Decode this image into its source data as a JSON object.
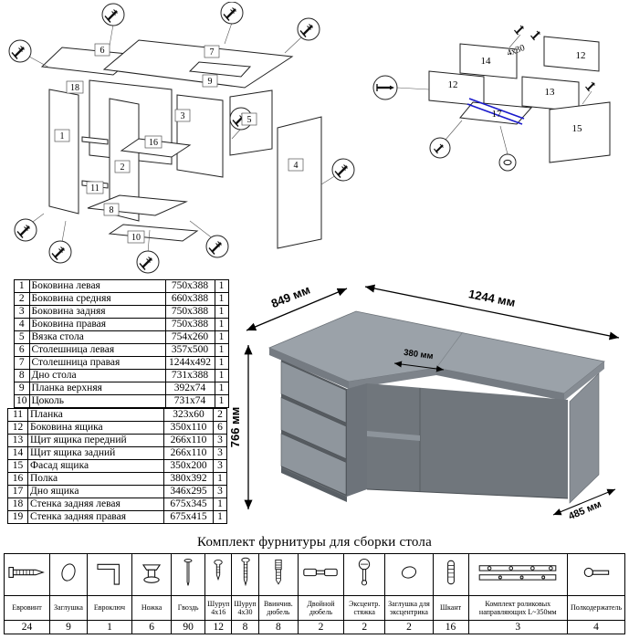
{
  "diagram_left": {
    "part_labels": [
      "6",
      "7",
      "18",
      "1",
      "9",
      "16",
      "2",
      "3",
      "5",
      "8",
      "11",
      "10",
      "4"
    ]
  },
  "diagram_right": {
    "part_labels": [
      "14",
      "12",
      "12",
      "13",
      "17",
      "15"
    ],
    "screw_note": "4x30"
  },
  "parts_table": {
    "rows": [
      {
        "num": "1",
        "name": "Боковина левая",
        "size": "750x388",
        "qty": "1"
      },
      {
        "num": "2",
        "name": "Боковина средняя",
        "size": "660x388",
        "qty": "1"
      },
      {
        "num": "3",
        "name": "Боковина задняя",
        "size": "750x388",
        "qty": "1"
      },
      {
        "num": "4",
        "name": "Боковина правая",
        "size": "750x388",
        "qty": "1"
      },
      {
        "num": "5",
        "name": "Вязка стола",
        "size": "754x260",
        "qty": "1"
      },
      {
        "num": "6",
        "name": "Столешница левая",
        "size": "357x500",
        "qty": "1"
      },
      {
        "num": "7",
        "name": "Столешница правая",
        "size": "1244x492",
        "qty": "1"
      },
      {
        "num": "8",
        "name": "Дно стола",
        "size": "731x388",
        "qty": "1"
      },
      {
        "num": "9",
        "name": "Планка верхняя",
        "size": "392x74",
        "qty": "1"
      },
      {
        "num": "10",
        "name": "Цоколь",
        "size": "731x74",
        "qty": "1"
      },
      {
        "num": "11",
        "name": "Планка",
        "size": "323x60",
        "qty": "2"
      },
      {
        "num": "12",
        "name": "Боковина ящика",
        "size": "350x110",
        "qty": "6"
      },
      {
        "num": "13",
        "name": "Щит ящика передний",
        "size": "266x110",
        "qty": "3"
      },
      {
        "num": "14",
        "name": "Щит ящика задний",
        "size": "266x110",
        "qty": "3"
      },
      {
        "num": "15",
        "name": "Фасад ящика",
        "size": "350x200",
        "qty": "3"
      },
      {
        "num": "16",
        "name": "Полка",
        "size": "380x392",
        "qty": "1"
      },
      {
        "num": "17",
        "name": "Дно ящика",
        "size": "346x295",
        "qty": "3"
      },
      {
        "num": "18",
        "name": "Стенка задняя левая",
        "size": "675x345",
        "qty": "1"
      },
      {
        "num": "19",
        "name": "Стенка задняя правая",
        "size": "675x415",
        "qty": "1"
      }
    ]
  },
  "desk": {
    "dim_depth_left": "849 мм",
    "dim_width": "1244 мм",
    "dim_height": "766 мм",
    "dim_niche": "380 мм",
    "dim_depth_right": "485 мм"
  },
  "hardware": {
    "title": "Комплект фурнитуры для сборки стола",
    "items": [
      {
        "name": "Евровинт",
        "qty": "24",
        "icon": "euro-screw-icon"
      },
      {
        "name": "Заглушка",
        "qty": "9",
        "icon": "cap-icon"
      },
      {
        "name": "Евроключ",
        "qty": "1",
        "icon": "hex-key-icon"
      },
      {
        "name": "Ножка",
        "qty": "6",
        "icon": "furniture-leg-icon"
      },
      {
        "name": "Гвоздь",
        "qty": "90",
        "icon": "nail-icon"
      },
      {
        "name": "Шуруп 4x16",
        "qty": "12",
        "icon": "screw-4x16-icon"
      },
      {
        "name": "Шуруп 4x30",
        "qty": "8",
        "icon": "screw-4x30-icon"
      },
      {
        "name": "Ввинчив. дюбель",
        "qty": "8",
        "icon": "screw-in-dowel-icon"
      },
      {
        "name": "Двойной дюбель",
        "qty": "2",
        "icon": "double-dowel-icon"
      },
      {
        "name": "Эксцентр. стяжка",
        "qty": "2",
        "icon": "eccentric-tie-icon"
      },
      {
        "name": "Заглушка для эксцентрика",
        "qty": "2",
        "icon": "eccentric-cap-icon"
      },
      {
        "name": "Шкант",
        "qty": "16",
        "icon": "wood-dowel-icon"
      },
      {
        "name": "Комплект роликовых направляющих L~350мм",
        "qty": "3",
        "icon": "roller-guides-icon"
      },
      {
        "name": "Полкодержатель",
        "qty": "4",
        "icon": "shelf-pin-icon"
      }
    ]
  }
}
